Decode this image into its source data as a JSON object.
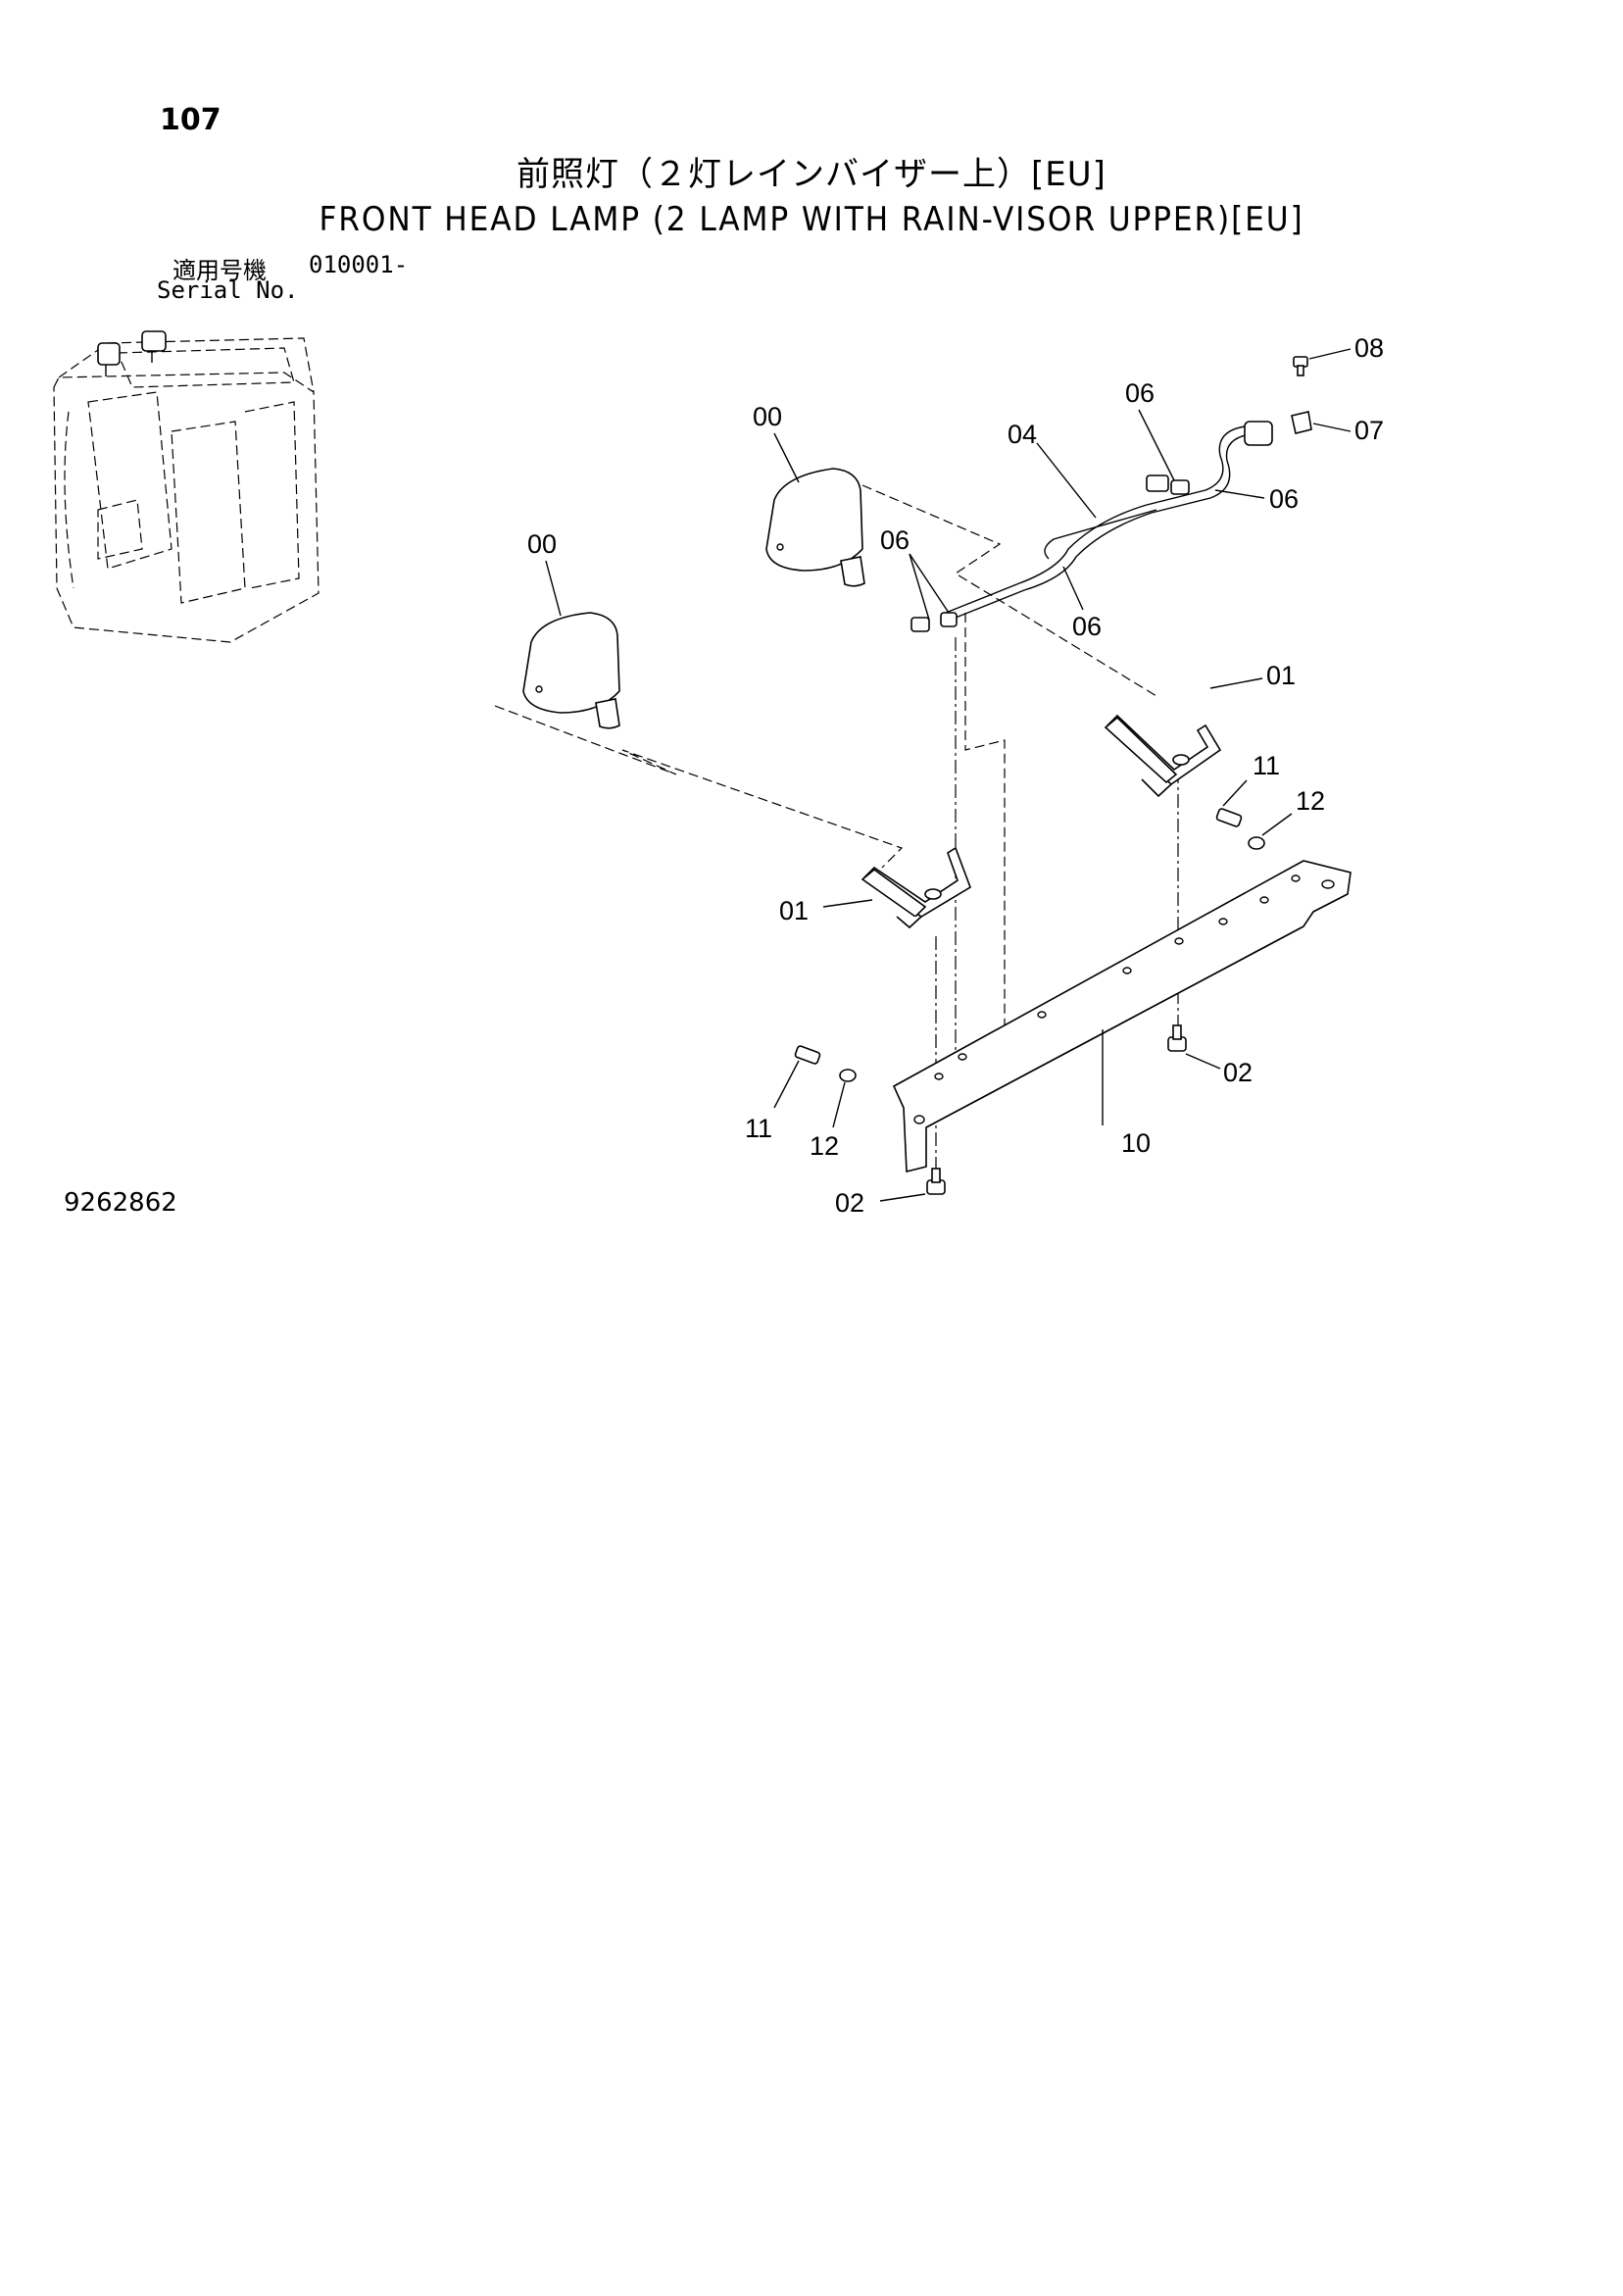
{
  "page": {
    "number": "107",
    "drawing_no": "9262862"
  },
  "title": {
    "jp": "前照灯（２灯レインバイザー上）[EU]",
    "en": "FRONT HEAD LAMP (2 LAMP WITH RAIN-VISOR UPPER)[EU]"
  },
  "serial": {
    "label_jp": "適用号機",
    "label_en": "Serial No.",
    "value": "010001-"
  },
  "callouts": {
    "c08": "08",
    "c06a": "06",
    "c07": "07",
    "c00a": "00",
    "c04": "04",
    "c06b": "06",
    "c00b": "00",
    "c06c": "06",
    "c06d": "06",
    "c01a": "01",
    "c11a": "11",
    "c12a": "12",
    "c01b": "01",
    "c02a": "02",
    "c11b": "11",
    "c12b": "12",
    "c10": "10",
    "c02b": "02"
  }
}
